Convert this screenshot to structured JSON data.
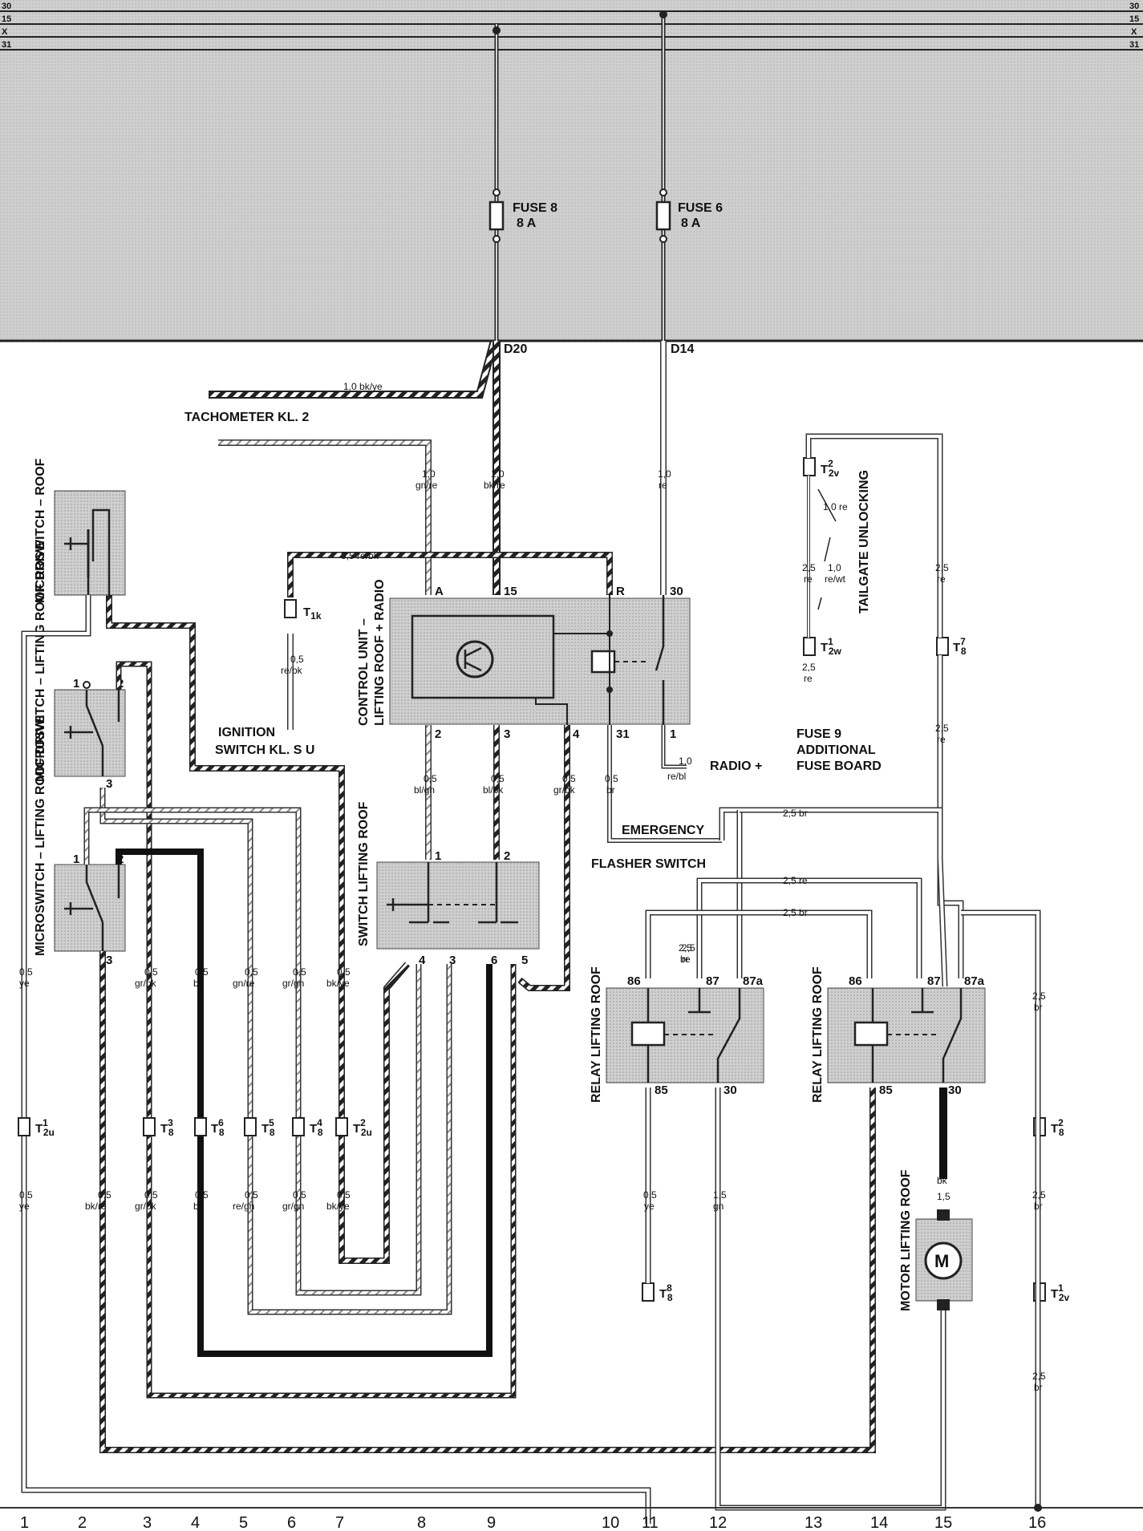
{
  "bus_lines": [
    {
      "left": "30",
      "right": "30"
    },
    {
      "left": "15",
      "right": "15"
    },
    {
      "left": "X",
      "right": "X"
    },
    {
      "left": "31",
      "right": "31"
    }
  ],
  "fuses": [
    {
      "name": "FUSE 8",
      "rating": "8 A"
    },
    {
      "name": "FUSE 6",
      "rating": "8 A"
    }
  ],
  "connectors_top": [
    "D20",
    "D14"
  ],
  "tachometer": {
    "label": "TACHOMETER  KL. 2",
    "wire_gauge": "1,0",
    "wire_color": "bk/ye"
  },
  "ignition": {
    "line1": "IGNITION",
    "line2": "SWITCH  KL. S U"
  },
  "emergency": {
    "line1": "EMERGENCY",
    "line2": "FLASHER SWITCH"
  },
  "radio": {
    "label": "RADIO +",
    "gauge": "1,0",
    "color": "re/bl"
  },
  "components": {
    "microswitch_roof": "MICROSWITCH – ROOF",
    "microswitch_drive": "MICROSWITCH – LIFTING ROOF DRIVE",
    "control_unit_1": "CONTROL UNIT –",
    "control_unit_2": "LIFTING ROOF + RADIO",
    "switch_roof": "SWITCH  LIFTING ROOF",
    "relay": "RELAY LIFTING ROOF",
    "motor": "MOTOR LIFTING ROOF",
    "motor_symbol": "M",
    "tailgate": "TAILGATE UNLOCKING",
    "fuse9_1": "FUSE  9",
    "fuse9_2": "ADDITIONAL",
    "fuse9_3": "FUSE BOARD"
  },
  "control_unit_pins": [
    "A",
    "15",
    "R",
    "30",
    "2",
    "3",
    "4",
    "31",
    "1"
  ],
  "switch_pins": [
    "1",
    "2",
    "4",
    "3",
    "6",
    "5"
  ],
  "relay_pins": [
    "86",
    "87",
    "87a",
    "85",
    "30"
  ],
  "microswitch_pins": [
    "1",
    "2",
    "3"
  ],
  "connectors": [
    {
      "name": "T",
      "sub": "1k"
    },
    {
      "name": "T",
      "sup": "1",
      "sub": "2u"
    },
    {
      "name": "T",
      "sup": "3",
      "sub": "8"
    },
    {
      "name": "T",
      "sup": "6",
      "sub": "8"
    },
    {
      "name": "T",
      "sup": "5",
      "sub": "8"
    },
    {
      "name": "T",
      "sup": "4",
      "sub": "8"
    },
    {
      "name": "T",
      "sup": "2",
      "sub": "2u"
    },
    {
      "name": "T",
      "sup": "8",
      "sub": "8"
    },
    {
      "name": "T",
      "sup": "7",
      "sub": "8"
    },
    {
      "name": "T",
      "sup": "2",
      "sub": "8"
    },
    {
      "name": "T",
      "sup": "1",
      "sub": "2v"
    },
    {
      "name": "T",
      "sup": "2",
      "sub": "2v"
    },
    {
      "name": "T",
      "sup": "1",
      "sub": "2w"
    }
  ],
  "wire_labels": [
    {
      "g": "1,0",
      "c": "gn/re"
    },
    {
      "g": "1,0",
      "c": "bk/re"
    },
    {
      "g": "1,0",
      "c": "re"
    },
    {
      "g": "0,5",
      "c": "re/bk"
    },
    {
      "g": "0,5",
      "c": "re/bk"
    },
    {
      "g": "0,5",
      "c": "bl/gn"
    },
    {
      "g": "0,5",
      "c": "bl/bk"
    },
    {
      "g": "0,5",
      "c": "gr/bk"
    },
    {
      "g": "0,5",
      "c": "br"
    },
    {
      "g": "2,5",
      "c": "re"
    },
    {
      "g": "2,5",
      "c": "re"
    },
    {
      "g": "2,5",
      "c": "re"
    },
    {
      "g": "1,0",
      "c": "re"
    },
    {
      "g": "1,0",
      "c": "re/wt"
    },
    {
      "g": "2,5",
      "c": "re"
    },
    {
      "g": "2,5",
      "c": "re"
    },
    {
      "g": "2,5",
      "c": "br"
    },
    {
      "g": "2,5",
      "c": "re"
    },
    {
      "g": "2,5",
      "c": "br"
    },
    {
      "g": "2,5",
      "c": "br"
    },
    {
      "g": "0,5",
      "c": "ye"
    },
    {
      "g": "0,5",
      "c": "gr/bk"
    },
    {
      "g": "0,5",
      "c": "bk"
    },
    {
      "g": "0,5",
      "c": "gn/re"
    },
    {
      "g": "0,5",
      "c": "gr/gn"
    },
    {
      "g": "0,5",
      "c": "bk/ye"
    },
    {
      "g": "0,5",
      "c": "ye"
    },
    {
      "g": "0,5",
      "c": "bk/re"
    },
    {
      "g": "0,5",
      "c": "gr/bk"
    },
    {
      "g": "0,5",
      "c": "bk"
    },
    {
      "g": "0,5",
      "c": "re/gn"
    },
    {
      "g": "0,5",
      "c": "gr/gn"
    },
    {
      "g": "0,5",
      "c": "bk/ye"
    },
    {
      "g": "0,5",
      "c": "ye"
    },
    {
      "g": "1,5",
      "c": "gn"
    },
    {
      "g": "",
      "c": "bk"
    },
    {
      "g": "1,5",
      "c": ""
    },
    {
      "g": "2,5",
      "c": "br"
    },
    {
      "g": "2,5",
      "c": "br"
    },
    {
      "g": "2,5",
      "c": "br"
    },
    {
      "g": "2,5",
      "c": "br"
    }
  ],
  "column_numbers": [
    "1",
    "2",
    "3",
    "4",
    "5",
    "6",
    "7",
    "8",
    "9",
    "10",
    "11",
    "12",
    "13",
    "14",
    "15",
    "16"
  ]
}
